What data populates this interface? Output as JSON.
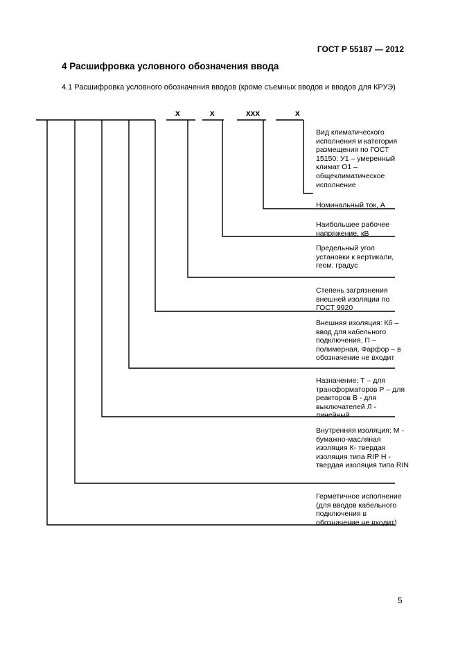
{
  "header": {
    "std_code": "ГОСТ Р 55187 — 2012"
  },
  "section": {
    "title": "4 Расшифровка условного обозначения ввода",
    "subtitle": "4.1 Расшифровка условного обозначения вводов (кроме съемных вводов и вводов для КРУЭ)"
  },
  "diagram": {
    "markers": [
      "x",
      "x",
      "xxx",
      "x"
    ],
    "labels": [
      "Вид климатического исполнения и категория размещения по ГОСТ 15150: У1 – умеренный климат О1 – общеклиматическое исполнение",
      "Номинальный ток, А",
      "Наибольшее рабочее напряжение, кВ",
      "Предельный угол установки к вертикали, геом. градус",
      "Степень загрязнения внешней изоляции по ГОСТ 9920",
      "Внешняя изоляция: Кб – ввод для кабельного подключения, П – полимерная, Фарфор – в обозначение не входит",
      "Назначение: Т – для трансформаторов Р – для реакторов В - для выключателей Л - линейный",
      "Внутренняя изоляция: М - бумажно-масляная изоляция К- твердая изоляция типа RIP Н - твердая изоляция типа RIN",
      "Герметичное исполнение (для вводов кабельного подключения в обозначение не входит)"
    ]
  },
  "page_number": "5"
}
